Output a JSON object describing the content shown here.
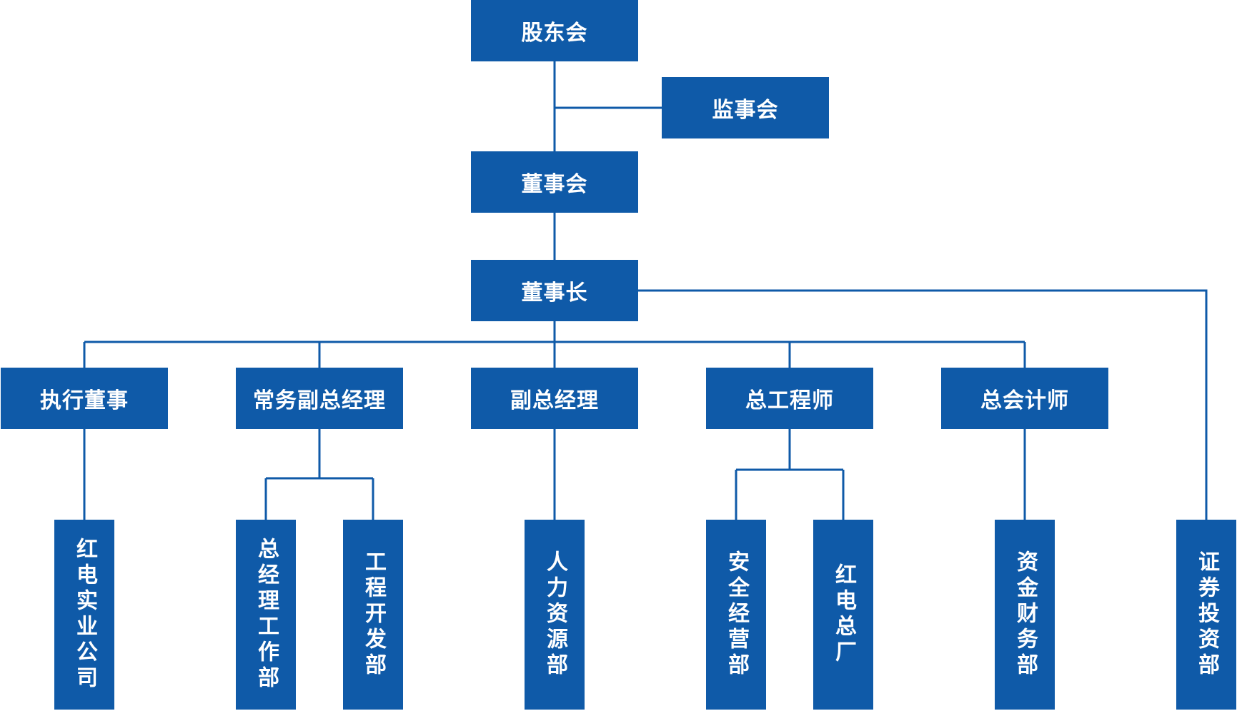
{
  "colors": {
    "box": "#0f5aa8",
    "line": "#0f5aa8",
    "text": "#ffffff"
  },
  "nodes": {
    "shareholders": "股东会",
    "supervisors": "监事会",
    "board": "董事会",
    "chairman": "董事长",
    "exec_director": "执行董事",
    "exec_vp": "常务副总经理",
    "vp": "副总经理",
    "chief_engineer": "总工程师",
    "chief_accountant": "总会计师",
    "hongdian_industrial": "红电实业公司",
    "gm_office": "总经理工作部",
    "engineering_dev": "工程开发部",
    "hr": "人力资源部",
    "safety_ops": "安全经营部",
    "hongdian_plant": "红电总厂",
    "finance": "资金财务部",
    "securities": "证券投资部"
  }
}
